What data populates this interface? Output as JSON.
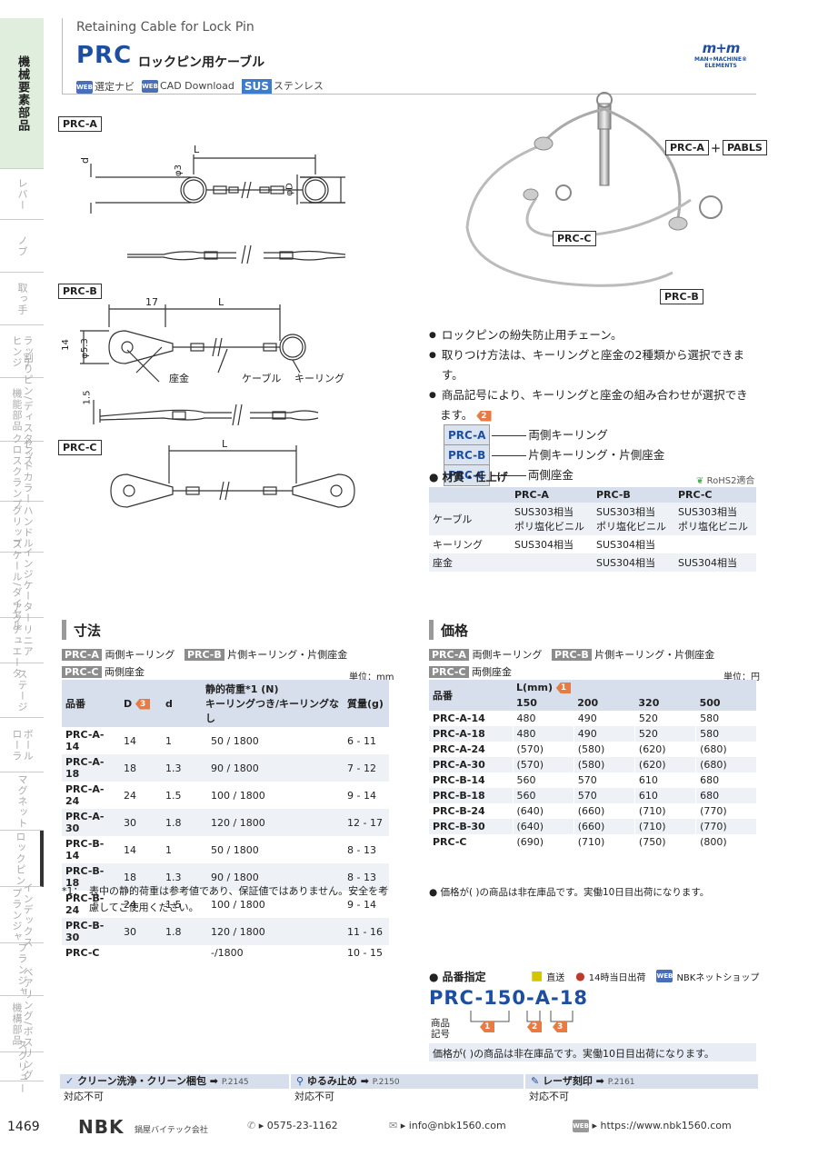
{
  "sidebar": {
    "items": [
      {
        "label": "機械要素部品",
        "top": true
      },
      {
        "label": "レバー"
      },
      {
        "label": "ノブ"
      },
      {
        "label": "取っ手"
      },
      {
        "label": "ラッチ\nヒンジ"
      },
      {
        "label": "割りピン/ディスタンス\n機能部品"
      },
      {
        "label": "セットカラー\nクロスクランプ"
      },
      {
        "label": "ハンドル\nグリップ"
      },
      {
        "label": "インジケーター\nスケール/ダイヤル"
      },
      {
        "label": "リニア\nアクチュエータ"
      },
      {
        "label": "ステージ"
      },
      {
        "label": "ボール\nローラ"
      },
      {
        "label": "マグネット"
      },
      {
        "label": "ロックピン",
        "active": true
      },
      {
        "label": "インデックス\nプランジャ"
      },
      {
        "label": "プランジャ"
      },
      {
        "label": "ベアリング/ボスリング\n機構部品"
      },
      {
        "label": "スクリュー"
      }
    ]
  },
  "header": {
    "eng_title": "Retaining Cable for Lock Pin",
    "code": "PRC",
    "jp_title": "ロックピン用ケーブル",
    "logo_text": "m+m",
    "logo_sub": "MAN+MACHINE® ELEMENTS",
    "links": [
      {
        "badge": "WEB",
        "label": "選定ナビ"
      },
      {
        "badge": "WEB",
        "label": "CAD Download"
      },
      {
        "badge": "SUS",
        "label": "ステンレス"
      }
    ]
  },
  "drawings": {
    "prc_a": {
      "tag": "PRC-A",
      "d": "d",
      "L": "L",
      "phi3": "φ3",
      "phiD": "φD"
    },
    "prc_b": {
      "tag": "PRC-B",
      "dim17": "17",
      "L": "L",
      "dim14": "14",
      "phi53": "φ5.3",
      "zagane": "座金",
      "cable": "ケーブル",
      "keyring": "キーリング",
      "dim15": "1.5"
    },
    "prc_c": {
      "tag": "PRC-C",
      "L": "L"
    },
    "photo": {
      "combo_a": "PRC-A",
      "plus": "＋",
      "combo_b": "PABLS",
      "label_c": "PRC-C",
      "label_b": "PRC-B"
    }
  },
  "features": {
    "bullets": [
      "ロックピンの紛失防止用チェーン。",
      "取りつけ方法は、キーリングと座金の2種類から選択できます。",
      "商品記号により、キーリングと座金の組み合わせが選択でき"
    ],
    "bullet3_cont": "ます。",
    "bullet3_tag": "2",
    "variants": [
      {
        "code": "PRC-A",
        "desc": "両側キーリング"
      },
      {
        "code": "PRC-B",
        "desc": "片側キーリング・片側座金"
      },
      {
        "code": "PRC-C",
        "desc": "両側座金"
      }
    ]
  },
  "material": {
    "title": "材質・仕上げ",
    "rohs": "RoHS2適合",
    "headers": [
      "",
      "PRC-A",
      "PRC-B",
      "PRC-C"
    ],
    "rows": [
      [
        "ケーブル",
        "SUS303相当\nポリ塩化ビニル",
        "SUS303相当\nポリ塩化ビニル",
        "SUS303相当\nポリ塩化ビニル"
      ],
      [
        "キーリング",
        "SUS304相当",
        "SUS304相当",
        ""
      ],
      [
        "座金",
        "",
        "SUS304相当",
        "SUS304相当"
      ]
    ]
  },
  "dimensions": {
    "title": "寸法",
    "legend": [
      {
        "code": "PRC-A",
        "desc": "両側キーリング"
      },
      {
        "code": "PRC-B",
        "desc": "片側キーリング・片側座金"
      },
      {
        "code": "PRC-C",
        "desc": "両側座金"
      }
    ],
    "unit": "単位：mm",
    "headers": {
      "code": "品番",
      "D": "D",
      "D_tag": "3",
      "d": "d",
      "load1": "静的荷重*1 (N)",
      "load2": "キーリングつき/キーリングなし",
      "mass": "質量(g)"
    },
    "rows": [
      [
        "PRC-A-14",
        "14",
        "1",
        "50 / 1800",
        "6 - 11"
      ],
      [
        "PRC-A-18",
        "18",
        "1.3",
        "90 / 1800",
        "7 - 12"
      ],
      [
        "PRC-A-24",
        "24",
        "1.5",
        "100 / 1800",
        "9 - 14"
      ],
      [
        "PRC-A-30",
        "30",
        "1.8",
        "120 / 1800",
        "12 - 17"
      ],
      [
        "PRC-B-14",
        "14",
        "1",
        "50 / 1800",
        "8 - 13"
      ],
      [
        "PRC-B-18",
        "18",
        "1.3",
        "90 / 1800",
        "8 - 13"
      ],
      [
        "PRC-B-24",
        "24",
        "1.5",
        "100 / 1800",
        "9 - 14"
      ],
      [
        "PRC-B-30",
        "30",
        "1.8",
        "120 / 1800",
        "11 - 16"
      ],
      [
        "PRC-C",
        "",
        "",
        "-/1800",
        "10 - 15"
      ]
    ],
    "note_mark": "*1：",
    "note": "表中の静的荷重は参考値であり、保証値ではありません。安全を考慮してご使用ください。"
  },
  "price": {
    "title": "価格",
    "legend": [
      {
        "code": "PRC-A",
        "desc": "両側キーリング"
      },
      {
        "code": "PRC-B",
        "desc": "片側キーリング・片側座金"
      },
      {
        "code": "PRC-C",
        "desc": "両側座金"
      }
    ],
    "unit": "単位：円",
    "header_code": "品番",
    "header_L": "L(mm)",
    "header_L_tag": "1",
    "lengths": [
      "150",
      "200",
      "320",
      "500"
    ],
    "rows": [
      [
        "PRC-A-14",
        "480",
        "490",
        "520",
        "580"
      ],
      [
        "PRC-A-18",
        "480",
        "490",
        "520",
        "580"
      ],
      [
        "PRC-A-24",
        "(570)",
        "(580)",
        "(620)",
        "(680)"
      ],
      [
        "PRC-A-30",
        "(570)",
        "(580)",
        "(620)",
        "(680)"
      ],
      [
        "PRC-B-14",
        "560",
        "570",
        "610",
        "680"
      ],
      [
        "PRC-B-18",
        "560",
        "570",
        "610",
        "680"
      ],
      [
        "PRC-B-24",
        "(640)",
        "(660)",
        "(710)",
        "(770)"
      ],
      [
        "PRC-B-30",
        "(640)",
        "(660)",
        "(710)",
        "(770)"
      ],
      [
        "PRC-C",
        "(690)",
        "(710)",
        "(750)",
        "(800)"
      ]
    ],
    "note": "価格が( )の商品は非在庫品です。実働10日目出荷になります。"
  },
  "order": {
    "title": "品番指定",
    "direct": "直送",
    "ship14": "14時当日出荷",
    "shop": "NBKネットショップ",
    "web": "WEB",
    "parts": [
      "PRC",
      "-",
      "150",
      "-",
      "A",
      "-",
      "18"
    ],
    "code_label1": "商品",
    "code_label2": "記号",
    "tags": [
      "1",
      "2",
      "3"
    ],
    "note": "価格が(  )の商品は非在庫品です。実働10日目出荷になります。"
  },
  "refs": [
    {
      "title": "クリーン洗浄・クリーン梱包",
      "page": "P.2145",
      "value": "対応不可"
    },
    {
      "title": "ゆるみ止め",
      "page": "P.2150",
      "value": "対応不可"
    },
    {
      "title": "レーザ刻印",
      "page": "P.2161",
      "value": "対応不可"
    }
  ],
  "footer": {
    "page": "1469",
    "brand": "NBK",
    "company": "鍋屋バイテック会社",
    "phone": "0575-23-1162",
    "email": "info@nbk1560.com",
    "web": "https://www.nbk1560.com",
    "web_badge": "WEB"
  },
  "colors": {
    "accent": "#1d4fa0",
    "orange": "#e87a43",
    "table_header": "#d6dfeb"
  }
}
